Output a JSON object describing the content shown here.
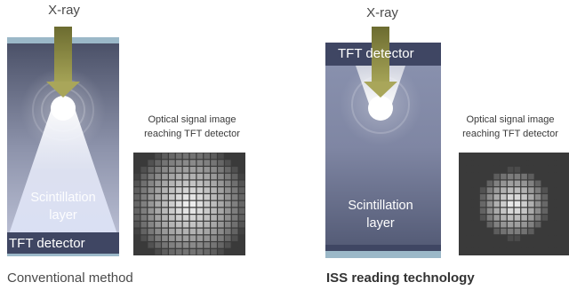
{
  "left_panel": {
    "xray_label": "X-ray",
    "scintillation_label_line1": "Scintillation",
    "scintillation_label_line2": "layer",
    "tft_label": "TFT detector",
    "optical_label_line1": "Optical signal image",
    "optical_label_line2": "reaching TFT detector",
    "caption": "Conventional method"
  },
  "right_panel": {
    "xray_label": "X-ray",
    "tft_label": "TFT detector",
    "scintillation_label_line1": "Scintillation",
    "scintillation_label_line2": "layer",
    "optical_label_line1": "Optical signal image",
    "optical_label_line2": "reaching TFT detector",
    "caption": "ISS reading technology"
  },
  "colors": {
    "arrow": "#8a8a3c",
    "tft_band": "#3f4663",
    "thin_edge": "#9bb8c8",
    "grid_bg": "#3a3a3a"
  }
}
